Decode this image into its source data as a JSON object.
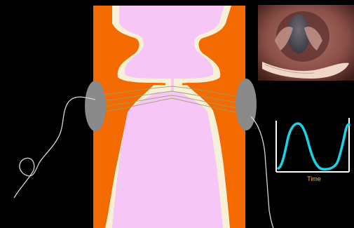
{
  "colors": {
    "background": "#000000",
    "tissue": "#f26a00",
    "airway": "#f6c6f6",
    "mucosa_border": "#f8f0d6",
    "electrode": "#8a8a8a",
    "wire": "#d6d6d6",
    "waveform": "#19d4e6",
    "axes": "#ffffff",
    "axis_label": "#e8b838"
  },
  "graph": {
    "x_axis_label": "Time"
  },
  "icons": {
    "left_electrode": "electrode-disc",
    "right_electrode": "electrode-disc"
  }
}
